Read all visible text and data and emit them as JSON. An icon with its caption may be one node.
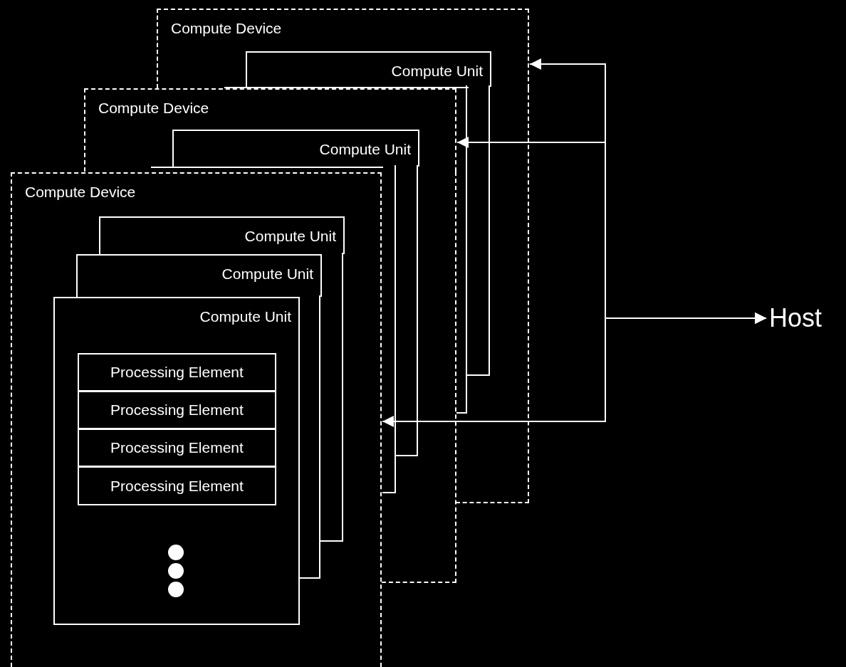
{
  "diagram": {
    "nodes": [
      {
        "text": [
          "Compute Device"
        ]
      },
      {
        "text": [
          "Compute Unit"
        ],
        "in": 0
      },
      {
        "text": [],
        "shape": "box",
        "in": 0
      },
      {
        "text": [
          "Compute Device"
        ]
      },
      {
        "text": [
          "Compute Unit"
        ],
        "in": 3
      },
      {
        "text": [],
        "shape": "box",
        "in": 3
      },
      {
        "text": [
          "Compute Device"
        ]
      },
      {
        "text": [
          "Compute Unit"
        ],
        "in": 6
      },
      {
        "text": [
          "Compute Unit"
        ],
        "in": 6
      },
      {
        "text": [
          "Compute Unit"
        ],
        "in": 6
      },
      {
        "text": [
          "Processing Element"
        ],
        "in": 9
      },
      {
        "text": [
          "Processing Element"
        ],
        "in": 9
      },
      {
        "text": [
          "Processing Element"
        ],
        "in": 9
      },
      {
        "text": [
          "Processing Element"
        ],
        "in": 9
      },
      {
        "text": [
          "Host"
        ]
      }
    ],
    "edges": [
      {
        "from": 14,
        "to": 0,
        "arrow": "both"
      },
      {
        "from": 14,
        "to": 3,
        "arrow": "both"
      },
      {
        "from": 14,
        "to": 6,
        "arrow": "both"
      }
    ]
  }
}
